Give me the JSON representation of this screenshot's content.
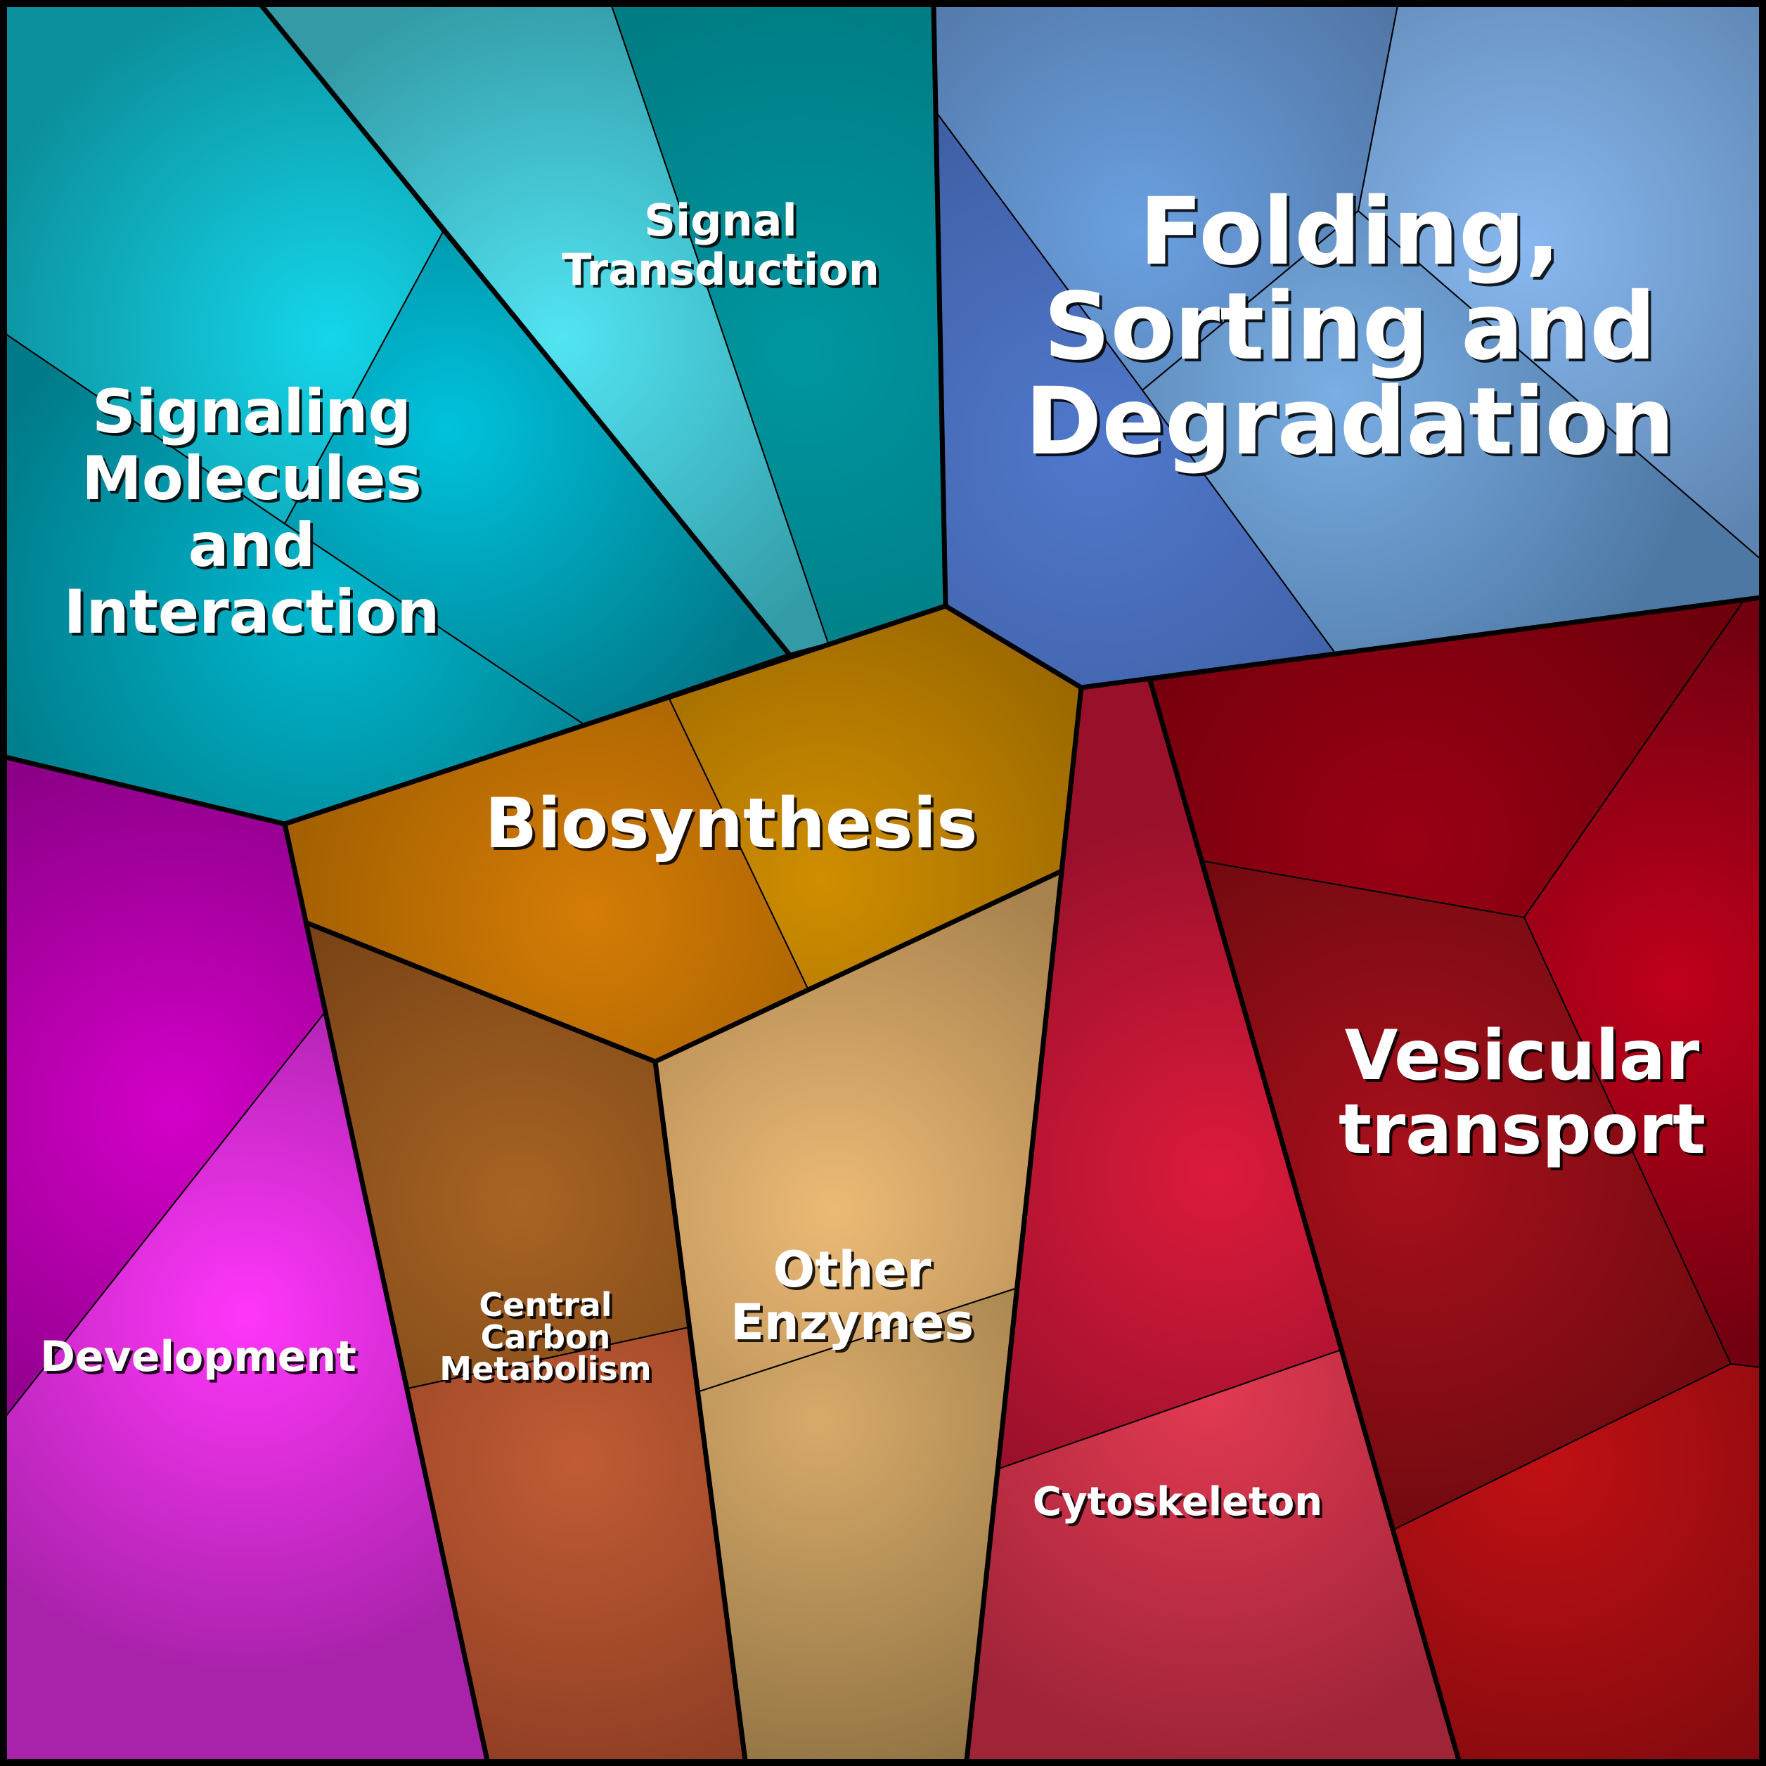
{
  "title": "Voronoi treemap of functional categories",
  "categories": [
    {
      "id": "signaling",
      "label": [
        "Signaling",
        "Molecules",
        "and",
        "Interaction"
      ],
      "color": "#0e8fa0",
      "highlight": "#14d8ec",
      "cells": [
        {
          "color": "#0c8f9c",
          "hi": "#14d6ea"
        },
        {
          "color": "#00798a",
          "hi": "#00c2dc"
        },
        {
          "color": "#007a88",
          "hi": "#00b8d0"
        }
      ]
    },
    {
      "id": "signal-transduction",
      "label": [
        "Signal",
        "Transduction"
      ],
      "color": "#339aa6",
      "highlight": "#4ee4f4",
      "cells": [
        {
          "color": "#339aa6",
          "hi": "#52e4f2"
        },
        {
          "color": "#007c84",
          "hi": "#0096a0"
        }
      ]
    },
    {
      "id": "folding",
      "label": [
        "Folding,",
        "Sorting and",
        "Degradation"
      ],
      "color": "#4f76a2",
      "highlight": "#86baf2",
      "cells": [
        {
          "color": "#4f72a0",
          "hi": "#6aa0e0"
        },
        {
          "color": "#3f5fa4",
          "hi": "#5078cc"
        },
        {
          "color": "#5d84b0",
          "hi": "#88b8f0"
        },
        {
          "color": "#4e78a4",
          "hi": "#7aaee4"
        }
      ]
    },
    {
      "id": "biosynthesis",
      "label": [
        "Biosynthesis"
      ],
      "color": "#9a5c00",
      "highlight": "#d47e06",
      "cells": [
        {
          "color": "#9a5a00",
          "hi": "#d47c06"
        },
        {
          "color": "#926200",
          "hi": "#d08e00"
        }
      ]
    },
    {
      "id": "vesicular",
      "label": [
        "Vesicular",
        "transport"
      ],
      "color": "#7a0010",
      "highlight": "#c8001c",
      "cells": [
        {
          "color": "#6e000c",
          "hi": "#9a0014"
        },
        {
          "color": "#720010",
          "hi": "#c0001c"
        },
        {
          "color": "#720a10",
          "hi": "#a8101c"
        },
        {
          "color": "#820a0e",
          "hi": "#c01014"
        }
      ]
    },
    {
      "id": "development",
      "label": [
        "Development"
      ],
      "color": "#aa22aa",
      "highlight": "#ff33ff",
      "cells": [
        {
          "color": "#8c0088",
          "hi": "#d400c8"
        },
        {
          "color": "#a822aa",
          "hi": "#ff36fa"
        }
      ]
    },
    {
      "id": "central-carbon",
      "label": [
        "Central",
        "Carbon",
        "Metabolism"
      ],
      "color": "#7a4416",
      "highlight": "#a86424",
      "cells": [
        {
          "color": "#744014",
          "hi": "#a86424"
        },
        {
          "color": "#8a3a22",
          "hi": "#c05c34"
        }
      ]
    },
    {
      "id": "other-enzymes",
      "label": [
        "Other",
        "Enzymes"
      ],
      "color": "#a88450",
      "highlight": "#ecbc78",
      "cells": [
        {
          "color": "#a8824e",
          "hi": "#ecba76"
        },
        {
          "color": "#927444",
          "hi": "#d8aa6a"
        }
      ]
    },
    {
      "id": "cytoskeleton",
      "label": [
        "Cytoskeleton"
      ],
      "color": "#a02438",
      "highlight": "#dc1a3c",
      "cells": [
        {
          "color": "#98102a",
          "hi": "#dc1a3c"
        },
        {
          "color": "#a02438",
          "hi": "#e23a52"
        }
      ]
    }
  ]
}
